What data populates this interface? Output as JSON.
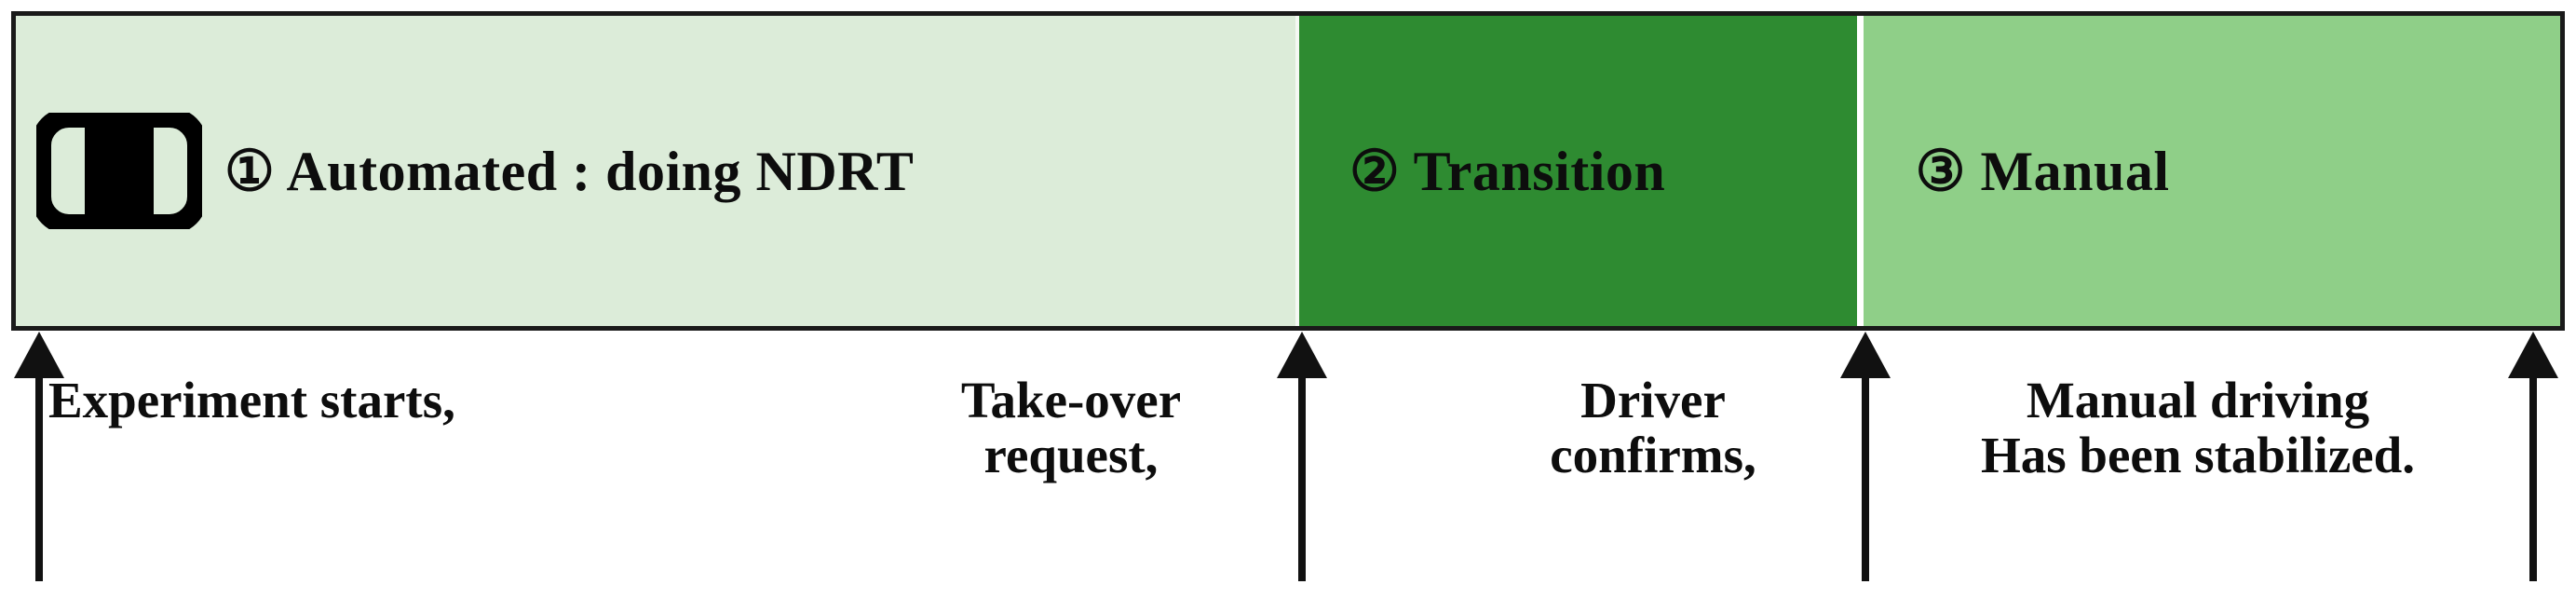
{
  "figure": {
    "type": "timeline",
    "description": "Driving automation take-over experiment timeline with three phases and four event markers"
  },
  "timeline": {
    "phases": [
      {
        "id": "automated",
        "marker": "①",
        "label": "①  Automated : doing NDRT",
        "text": "Automated : doing NDRT",
        "color": "#dcecd9",
        "icon": "car-top-view-icon"
      },
      {
        "id": "transition",
        "marker": "②",
        "label": "②  Transition",
        "text": "Transition",
        "color": "#2e8b31"
      },
      {
        "id": "manual",
        "marker": "③",
        "label": "③  Manual",
        "text": "Manual",
        "color": "#8fcf88"
      }
    ]
  },
  "events": [
    {
      "id": "experiment-starts",
      "label": "Experiment starts,"
    },
    {
      "id": "take-over-request",
      "label": "Take-over\nrequest,"
    },
    {
      "id": "driver-confirms",
      "label": "Driver\nconfirms,"
    },
    {
      "id": "manual-stabilized",
      "label": "Manual driving\nHas been stabilized."
    }
  ],
  "colors": {
    "phase_automated": "#dcecd9",
    "phase_transition": "#2e8b31",
    "phase_manual": "#8fcf88",
    "border": "#1a1a1a",
    "text": "#0d0d0d",
    "background": "#ffffff"
  }
}
